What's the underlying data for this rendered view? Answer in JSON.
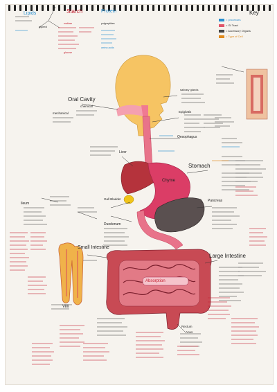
{
  "top_labels": {
    "lipids": "Lipids",
    "starch": "Starch",
    "protein": "Protein",
    "glycerol": "glycerol",
    "maltose": "maltose",
    "polypeptides": "polypeptides",
    "glucose": "glucose",
    "amino_acids": "amino acids"
  },
  "key": {
    "title": "Key",
    "items": [
      {
        "label": "= processes",
        "color": "#2a8fd0"
      },
      {
        "label": "= GI Tract",
        "color": "#e0556a"
      },
      {
        "label": "= Accessory Organs",
        "color": "#444444"
      },
      {
        "label": "= Type of Cell",
        "color": "#e08a1c"
      }
    ]
  },
  "labels": {
    "oral_cavity": "Oral Cavity",
    "mechanical": "mechanical",
    "chemical": "chemical",
    "salivary": "salivary glands",
    "epiglottis": "Epiglottis",
    "oesophagus": "Oesophagus",
    "liver": "Liver",
    "stomach": "Stomach",
    "chyme": "Chyme",
    "duodenum_label": "Duodenum",
    "gall_bladder": "Gall Bladder",
    "pancreas": "Pancreas",
    "ileum": "Ileum",
    "small_intestine": "Small Intestine",
    "large_intestine": "Large Intestine",
    "villi": "Villi",
    "absorption": "Absorption",
    "rectum": "Rectum",
    "anus": "Anus"
  },
  "colors": {
    "skin": "#f6c463",
    "gi_tract": "#e0556a",
    "stomach": "#db3d66",
    "liver": "#b5333c",
    "intestine": "#c84a54",
    "pancreas": "#5a5050",
    "gall": "#f0c419",
    "villi": "#f0b24a"
  }
}
